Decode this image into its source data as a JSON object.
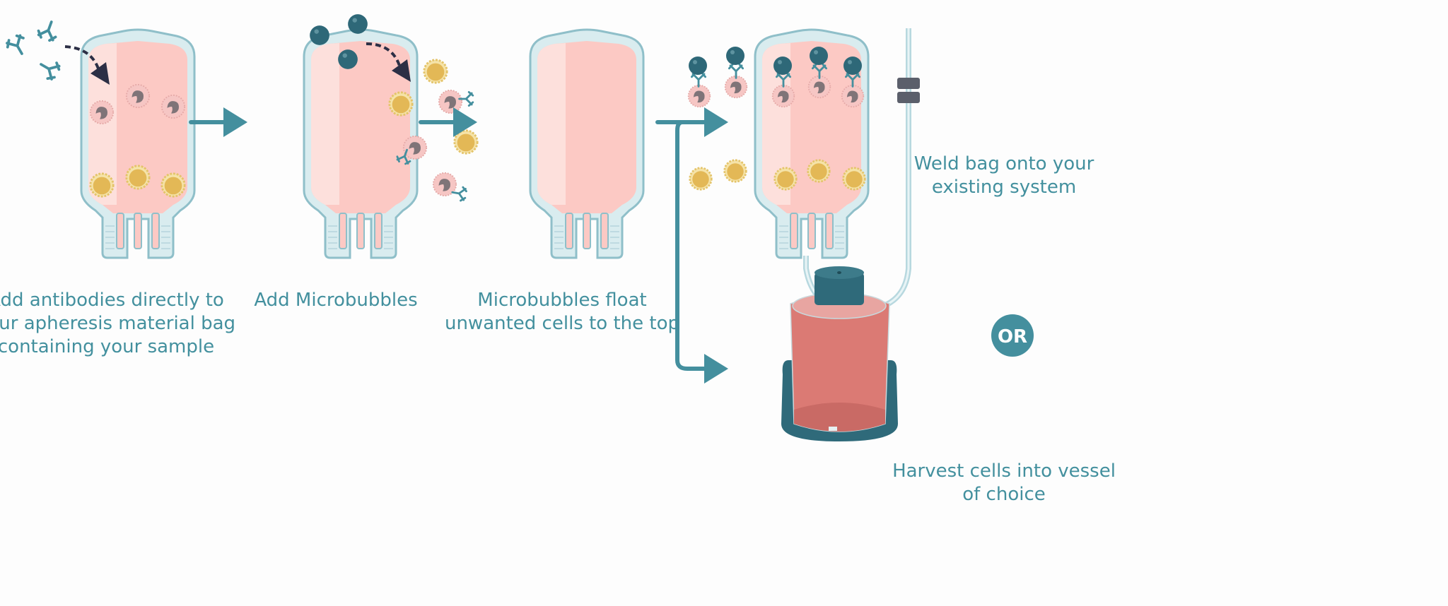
{
  "steps": [
    {
      "lines": [
        "Add antibodies directly to",
        "your apheresis material bag",
        "containing your sample"
      ]
    },
    {
      "lines": [
        "Add Microbubbles"
      ]
    },
    {
      "lines": [
        "Microbubbles float",
        "unwanted cells to the top"
      ]
    }
  ],
  "outcomes": {
    "weld": {
      "lines": [
        "Weld bag onto your",
        "existing system"
      ]
    },
    "or_label": "OR",
    "harvest": {
      "lines": [
        "Harvest cells into vessel",
        "of choice"
      ]
    }
  },
  "colors": {
    "teal": "#448f9e",
    "dark_teal": "#2e6878",
    "liquid": "#fcc9c4",
    "bag_edge": "#9fc9d2",
    "text": "#43909e"
  }
}
